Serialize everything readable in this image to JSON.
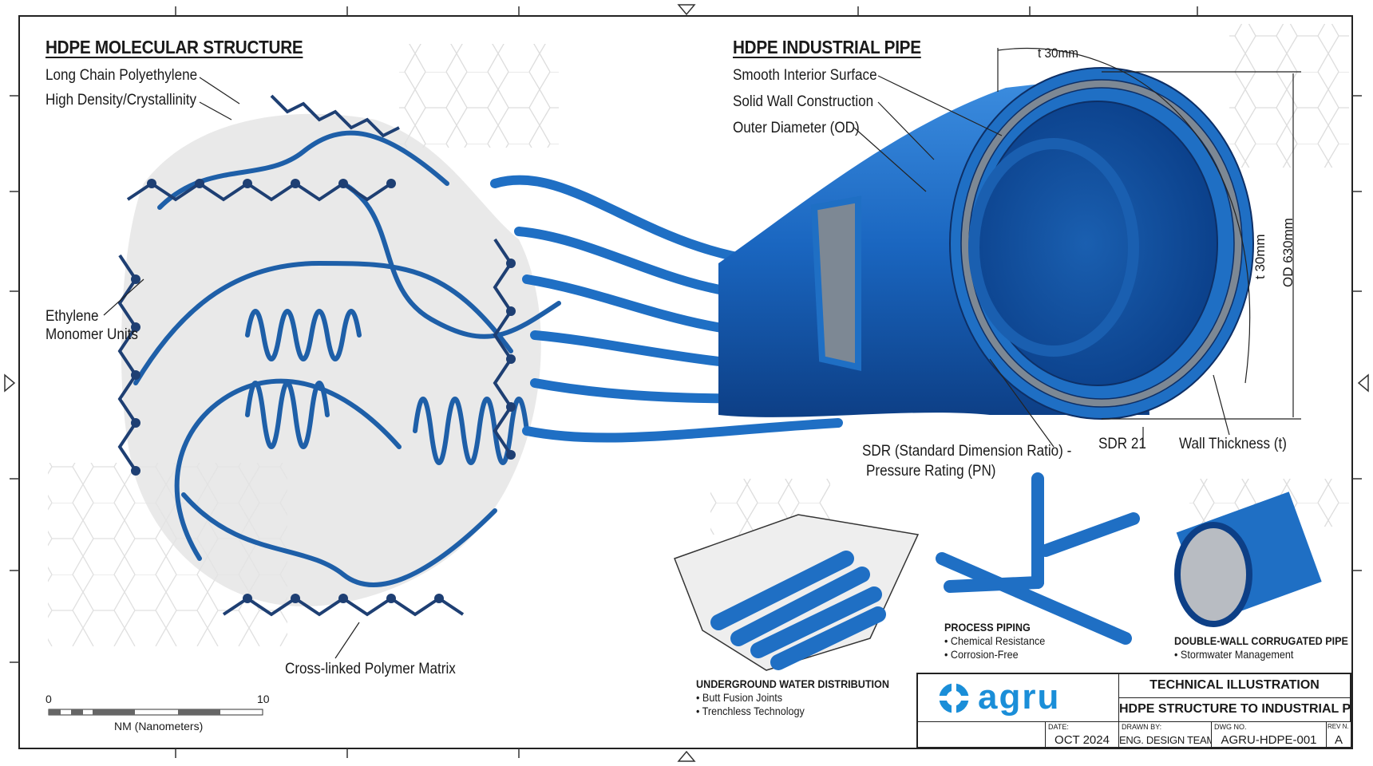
{
  "colors": {
    "pipe_blue": "#1f6fc4",
    "dark_blue": "#0d3f86",
    "molecule": "#1e3f73",
    "accent": "#1a8ed8",
    "hex_grid": "#d9d9d9"
  },
  "molecular": {
    "title": "HDPE MOLECULAR STRUCTURE",
    "labels": [
      "Long Chain Polyethylene",
      "High Density/Crystallinity",
      "Ethylene",
      "Monomer Units",
      "Cross-linked Polymer Matrix"
    ],
    "scale": {
      "start": "0",
      "end": "10",
      "unit": "NM (Nanometers)"
    }
  },
  "pipe": {
    "title": "HDPE INDUSTRIAL PIPE",
    "labels": [
      "Smooth Interior Surface",
      "Solid Wall Construction",
      "Outer Diameter (OD)"
    ],
    "dim_top": "t 30mm",
    "dim_side": "t 30mm",
    "dim_od": "OD 630mm",
    "sdr_label": "SDR (Standard Dimension Ratio) -",
    "pressure_label": "Pressure Rating (PN)",
    "sdr_value": "SDR 21",
    "wall_label": "Wall Thickness (t)"
  },
  "applications": [
    {
      "title": "UNDERGROUND WATER DISTRIBUTION",
      "bullets": [
        "• Butt Fusion Joints",
        "• Trenchless Technology"
      ]
    },
    {
      "title": "PROCESS PIPING",
      "bullets": [
        "• Chemical Resistance",
        "• Corrosion-Free"
      ]
    },
    {
      "title": "DOUBLE-WALL CORRUGATED PIPE",
      "bullets": [
        "• Stormwater Management"
      ]
    }
  ],
  "title_block": {
    "logo": "agru",
    "heading": "TECHNICAL ILLUSTRATION",
    "subject": "HDPE STRUCTURE TO INDUSTRIAL PIPE",
    "date_caption": "DATE:",
    "date": "OCT 2024",
    "drawn_caption": "DRAWN BY:",
    "drawn": "ENG. DESIGN TEAM",
    "dwg_caption": "DWG NO.",
    "dwg": "AGRU-HDPE-001",
    "rev_caption": "REV N.",
    "rev": "A"
  }
}
